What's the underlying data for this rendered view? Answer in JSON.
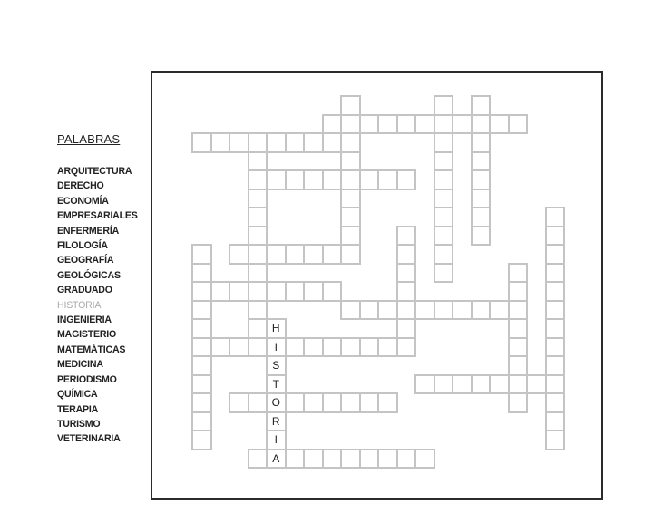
{
  "word_panel": {
    "title": "PALABRAS",
    "words": [
      {
        "text": "ARQUITECTURA",
        "found": false
      },
      {
        "text": "DERECHO",
        "found": false
      },
      {
        "text": "ECONOMÍA",
        "found": false
      },
      {
        "text": "EMPRESARIALES",
        "found": false
      },
      {
        "text": "ENFERMERÍA",
        "found": false
      },
      {
        "text": "FILOLOGÍA",
        "found": false
      },
      {
        "text": "GEOGRAFÍA",
        "found": false
      },
      {
        "text": "GEOLÓGICAS",
        "found": false
      },
      {
        "text": "GRADUADO",
        "found": false
      },
      {
        "text": "HISTORIA",
        "found": true
      },
      {
        "text": "INGENIERIA",
        "found": false
      },
      {
        "text": "MAGISTERIO",
        "found": false
      },
      {
        "text": "MATEMÁTICAS",
        "found": false
      },
      {
        "text": "MEDICINA",
        "found": false
      },
      {
        "text": "PERIODISMO",
        "found": false
      },
      {
        "text": "QUÍMICA",
        "found": false
      },
      {
        "text": "TERAPIA",
        "found": false
      },
      {
        "text": "TURISMO",
        "found": false
      },
      {
        "text": "VETERINARIA",
        "found": false
      }
    ]
  },
  "puzzle": {
    "colors": {
      "cell_border": "#c4c4c4",
      "found_word": "#aaaaaa",
      "frame": "#2b2b2b"
    },
    "solved_letters": [
      "H",
      "I",
      "S",
      "T",
      "O",
      "R",
      "I",
      "A"
    ]
  }
}
